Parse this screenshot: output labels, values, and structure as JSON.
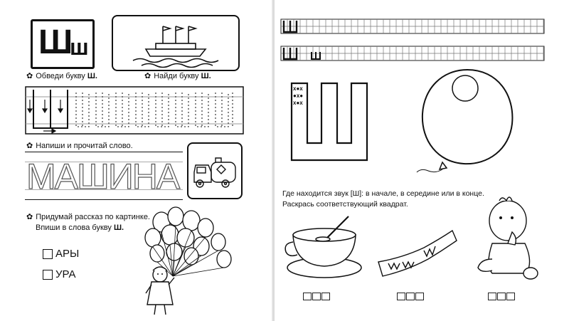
{
  "left_page": {
    "letter_card": {
      "upper": "Ш",
      "lower": "ш"
    },
    "task_trace": {
      "text": "Обведи букву",
      "letter": "Ш."
    },
    "task_find": {
      "text": "Найди букву",
      "letter": "Ш."
    },
    "task_write": {
      "text": "Напиши и прочитай слово."
    },
    "trace_word": "МАШИНА",
    "task_story": {
      "line1": "Придумай рассказ по картинке.",
      "line2": "Впиши в слова букву",
      "letter": "Ш."
    },
    "word_choices": [
      {
        "text": "АРЫ"
      },
      {
        "text": "УРА"
      }
    ]
  },
  "right_page": {
    "question": {
      "line1": "Где находится звук [Ш]: в начале, в середине или в конце.",
      "line2": "Раскрась соответствующий квадрат."
    },
    "pictures": [
      {
        "icon": "cup-icon"
      },
      {
        "icon": "scarf-icon"
      },
      {
        "icon": "baby-icon"
      }
    ],
    "answer_cells": 3
  }
}
